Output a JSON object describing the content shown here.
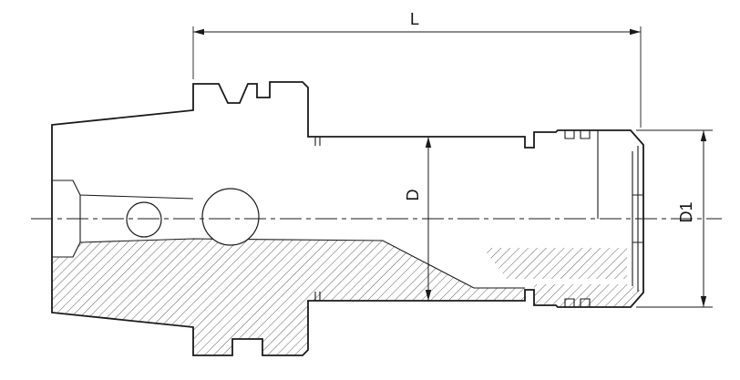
{
  "page": {
    "background": "#ffffff"
  },
  "drawing": {
    "kind": "technical-drawing",
    "subject": "collet chuck tool holder half-section",
    "line_color": "#1a1a1a",
    "labels": {
      "length": "L",
      "body_diameter": "D",
      "nut_diameter": "D1"
    }
  }
}
